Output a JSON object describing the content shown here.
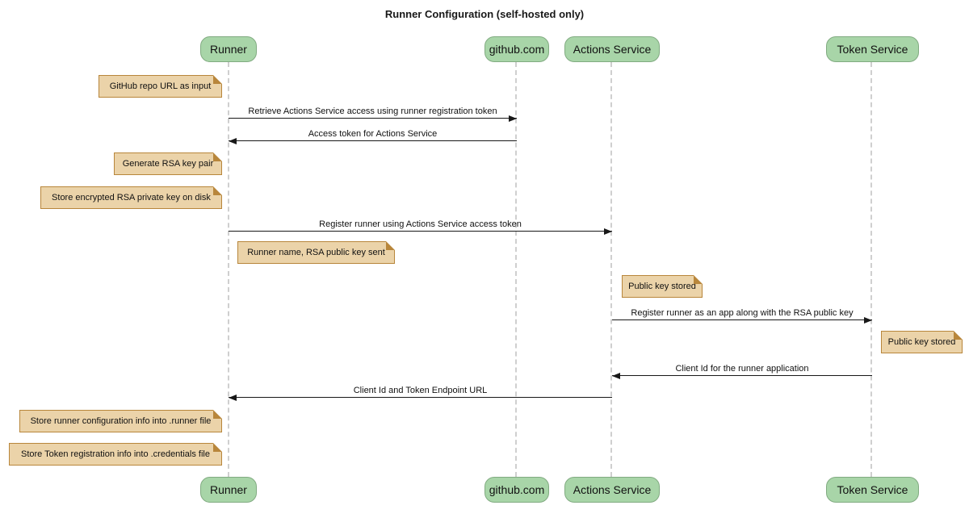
{
  "title": "Runner Configuration (self-hosted only)",
  "participants": [
    {
      "label": "Runner"
    },
    {
      "label": "github.com"
    },
    {
      "label": "Actions Service"
    },
    {
      "label": "Token Service"
    }
  ],
  "notes": [
    {
      "text": "GitHub repo URL as input",
      "placement": "left of Runner"
    },
    {
      "text": "Generate RSA key pair",
      "placement": "left of Runner"
    },
    {
      "text": "Store encrypted RSA private key on disk",
      "placement": "left of Runner"
    },
    {
      "text": "Runner name, RSA public key sent",
      "placement": "right of Runner"
    },
    {
      "text": "Public key stored",
      "placement": "right of Actions Service"
    },
    {
      "text": "Public key stored",
      "placement": "right of Token Service"
    },
    {
      "text": "Store runner configuration info into .runner file",
      "placement": "left of Runner"
    },
    {
      "text": "Store Token registration info into .credentials file",
      "placement": "left of Runner"
    }
  ],
  "messages": [
    {
      "from": "Runner",
      "to": "github.com",
      "label": "Retrieve Actions Service access using runner registration token"
    },
    {
      "from": "github.com",
      "to": "Runner",
      "label": "Access token for Actions Service"
    },
    {
      "from": "Runner",
      "to": "Actions Service",
      "label": "Register runner using Actions Service access token"
    },
    {
      "from": "Actions Service",
      "to": "Token Service",
      "label": "Register runner as an app along with the RSA public key"
    },
    {
      "from": "Token Service",
      "to": "Actions Service",
      "label": "Client Id for the runner application"
    },
    {
      "from": "Actions Service",
      "to": "Runner",
      "label": "Client Id and Token Endpoint URL"
    }
  ],
  "colors": {
    "participant_fill": "#a8d5a8",
    "participant_border": "#81ab81",
    "note_fill": "#ebd3a9",
    "note_border": "#b8863b",
    "lifeline": "#cfcfcf",
    "arrow": "#181818",
    "background": "#ffffff"
  }
}
